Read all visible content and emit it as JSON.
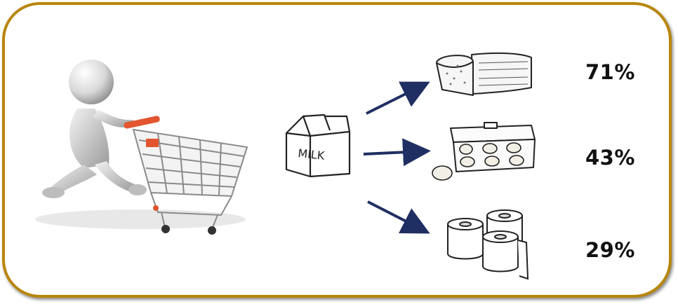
{
  "milk_carton": {
    "label": "MILK"
  },
  "associations": [
    {
      "item": "bread",
      "icon": "bread-icon",
      "percent": "71%"
    },
    {
      "item": "eggs",
      "icon": "egg-carton-icon",
      "percent": "43%"
    },
    {
      "item": "toilet paper",
      "icon": "toilet-paper-icon",
      "percent": "29%"
    }
  ],
  "colors": {
    "frame": "#b8860b",
    "arrow": "#1f2f63",
    "cart_accent": "#e2552e"
  }
}
